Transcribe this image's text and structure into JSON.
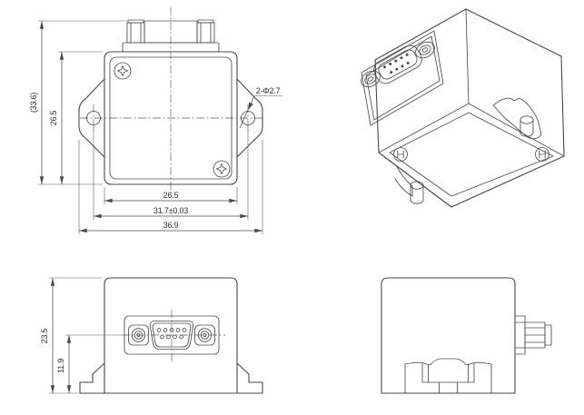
{
  "page": {
    "background": "#ffffff",
    "line_color": "#474747",
    "dim_color": "#4a4a4a"
  },
  "views": {
    "top_view": {
      "dims": {
        "overall_height": "(33.6)",
        "body_height": "26.5",
        "body_width": "26.5",
        "hole_spacing": "31.7±0.03",
        "overall_width": "36.9"
      },
      "callouts": {
        "mounting_holes": "2-Φ2.7"
      }
    },
    "front_view": {
      "dims": {
        "overall_height": "23.5",
        "connector_center_height": "11.9"
      }
    }
  }
}
